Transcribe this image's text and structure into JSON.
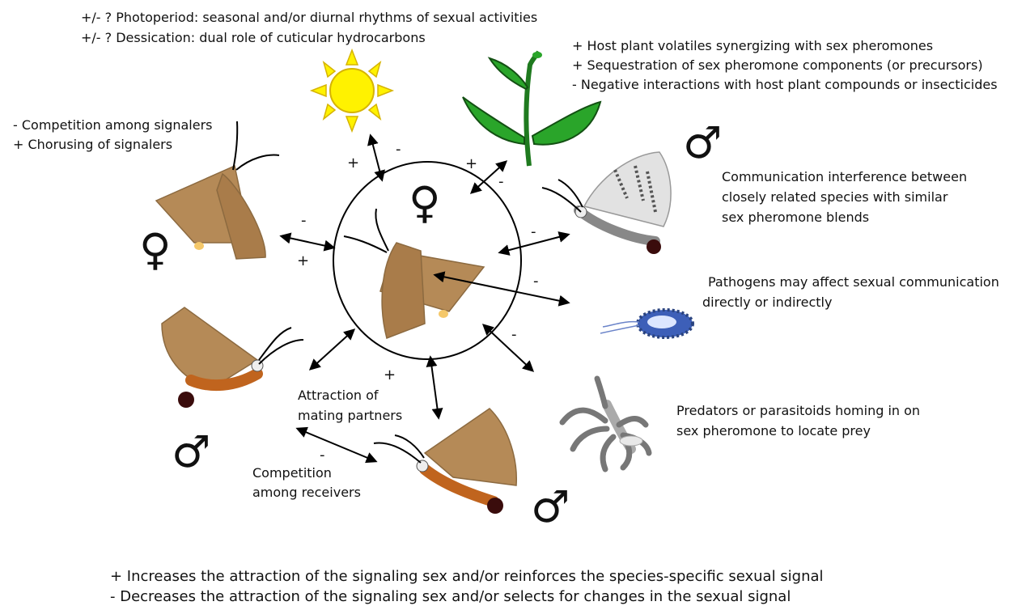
{
  "top_text": {
    "photoperiod": "+/- ? Photoperiod: seasonal and/or diurnal rhythms of sexual activities",
    "dessication": "+/- ? Dessication: dual role of cuticular hydrocarbons"
  },
  "plant_text": {
    "line1": "+ Host plant volatiles synergizing with sex pheromones",
    "line2": "+ Sequestration of sex pheromone components (or precursors)",
    "line3": "-  Negative interactions with host plant compounds or insecticides"
  },
  "signalers_text": {
    "line1": "- Competition among signalers",
    "line2": "+ Chorusing of signalers"
  },
  "interference_text": {
    "line1": "Communication interference between",
    "line2": "closely related species with similar",
    "line3": "sex pheromone blends"
  },
  "pathogen_text": {
    "line1": "Pathogens may affect sexual communication",
    "line2": "directly or indirectly"
  },
  "predator_text": {
    "line1": "Predators or parasitoids homing in on",
    "line2": "sex pheromone to locate prey"
  },
  "attraction_text": {
    "line1": "Attraction of",
    "line2": "mating partners"
  },
  "competition_receivers_text": {
    "line1": "Competition",
    "line2": "among receivers"
  },
  "legend": {
    "plus": "+ Increases the attraction of the signaling sex and/or reinforces the species-specific sexual signal",
    "minus": "- Decreases the attraction of the signaling sex and/or selects for changes in the sexual signal"
  },
  "signs": {
    "plus": "+",
    "minus": "-",
    "female": "♀",
    "male": "♂"
  },
  "colors": {
    "moth_wing": "#b58a57",
    "moth_wing_dark": "#8c6a40",
    "male_abdomen": "#c0641e",
    "sun": "#fff200",
    "sun_stroke": "#d6b400",
    "leaf": "#2aa52a",
    "pathogen": "#3d5fb8",
    "predator": "#7a7a7a"
  },
  "icons": [
    "sun-icon",
    "plant-icon",
    "moth-icon",
    "pathogen-icon",
    "predator-icon",
    "female-symbol",
    "male-symbol"
  ]
}
